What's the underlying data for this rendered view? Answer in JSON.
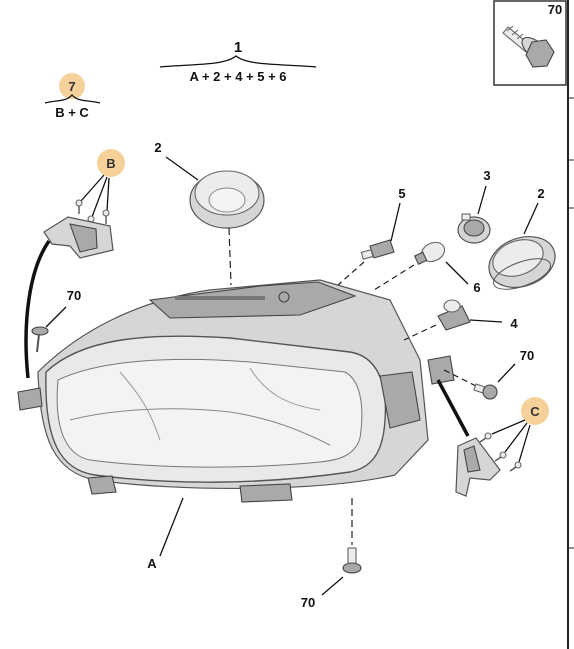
{
  "colors": {
    "badge_fill": "#f7d19a",
    "part_fill": "#d6d6d6",
    "line": "#111111",
    "frame": "#333333"
  },
  "inset": {
    "label": "70"
  },
  "groups": {
    "group_1": {
      "number": "1",
      "formula": "A + 2 + 4 + 5 + 6"
    },
    "group_7": {
      "badge": "7",
      "formula": "B + C"
    }
  },
  "callouts": {
    "badge_b": "B",
    "badge_c": "C",
    "label_2_left": "2",
    "label_2_right": "2",
    "label_3": "3",
    "label_4": "4",
    "label_5": "5",
    "label_6": "6",
    "label_70_left": "70",
    "label_70_right": "70",
    "label_70_bottom": "70",
    "label_a": "A"
  }
}
